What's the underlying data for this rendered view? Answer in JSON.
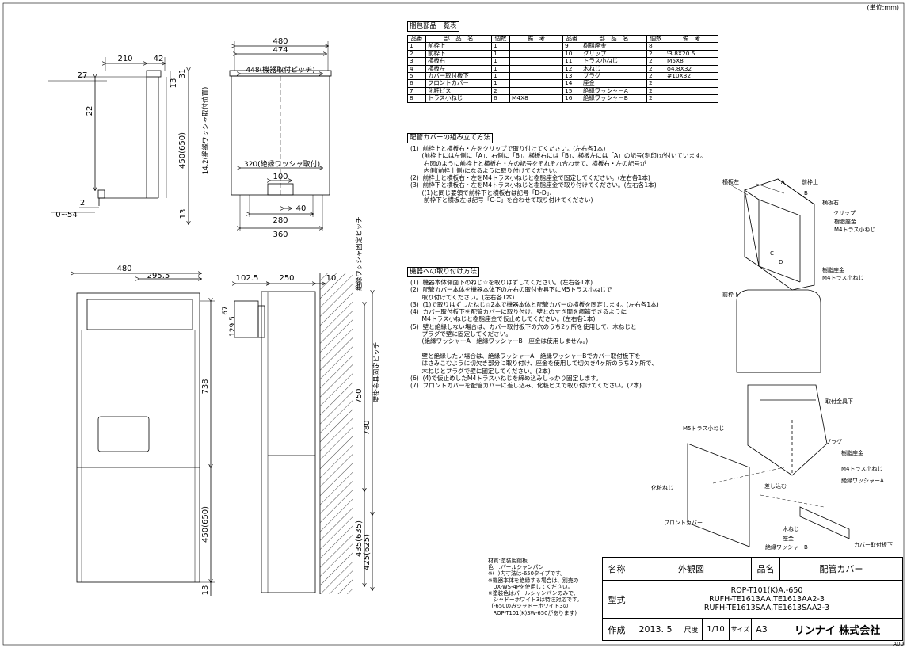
{
  "unit_note": "(単位:mm)",
  "parts_list": {
    "title": "梱包部品一覧表",
    "headers": [
      "品番",
      "部　品　名",
      "個数",
      "備　考"
    ],
    "left": [
      [
        "1",
        "前枠上",
        "1",
        ""
      ],
      [
        "2",
        "前枠下",
        "1",
        ""
      ],
      [
        "3",
        "横板右",
        "1",
        ""
      ],
      [
        "4",
        "横板左",
        "1",
        ""
      ],
      [
        "5",
        "カバー取付板下",
        "1",
        ""
      ],
      [
        "6",
        "フロントカバー",
        "1",
        ""
      ],
      [
        "7",
        "化粧ビス",
        "2",
        ""
      ],
      [
        "8",
        "トラス小ねじ",
        "6",
        "M4X8"
      ]
    ],
    "right": [
      [
        "9",
        "樹脂座金",
        "8",
        ""
      ],
      [
        "10",
        "クリップ",
        "2",
        "ᵗ3.8X20.5"
      ],
      [
        "11",
        "トラス小ねじ",
        "2",
        "M5X8"
      ],
      [
        "12",
        "木ねじ",
        "2",
        "φ4.8X32"
      ],
      [
        "13",
        "プラグ",
        "2",
        "#10X32"
      ],
      [
        "14",
        "座金",
        "2",
        ""
      ],
      [
        "15",
        "絶縁ワッシャーA",
        "2",
        ""
      ],
      [
        "16",
        "絶縁ワッシャーB",
        "2",
        ""
      ]
    ]
  },
  "assembly": {
    "title": "配管カバーの組み立て方法",
    "text": "(1)  前枠上と横板右・左をクリップで取り付けてください。(左右各1本)\n      (前枠上には左側に「A」、右側に「B」、横板右には「B」、横板左には「A」の記号(刻印)が付いています。\n       右図のように前枠上と横板右・左の記号をそれぞれ合わせて、横板右・左の記号が\n       内側(前枠上側)になるように取り付けてください。\n(2)  前枠上と横板右・左をM4トラス小ねじと樹脂座金で固定してください。(左右各1本)\n(3)  前枠下と横板右・左をM4トラス小ねじと樹脂座金で取り付けてください。(左右各1本)\n      ((1)と同じ要領で前枠下と横板右は記号「D-D」、\n       前枠下と横板左は記号「C-C」を合わせて取り付けてください)"
  },
  "mounting": {
    "title": "機器への取り付け方法",
    "text": "(1)  機器本体側面下のねじ☆を取りはずしてください。(左右各1本)\n(2)  配管カバー本体を機器本体下の左右の取付金具下にM5トラス小ねじで\n      取り付けてください。(左右各1本)\n(3)  (1)で取りはずしたねじ☆2本で機器本体と配管カバーの横板を固定します。(左右各1本)\n(4)  カバー取付板下を配管カバーに取り付け、壁とのすき間を調節できるように\n      M4トラス小ねじと樹脂座金で仮止めしてください。(左右各1本)\n(5)  壁と絶縁しない場合は、カバー取付板下の穴のうち2ヶ所を使用して、木ねじと\n      プラグで壁に固定してください。\n      (絶縁ワッシャーA　絶縁ワッシャーB　座金は使用しません。)\n\n      壁と絶縁したい場合は、絶縁ワッシャーA　絶縁ワッシャーBでカバー取付板下を\n      はさみこむように切欠き部分に取り付け、座金を使用して切欠き4ヶ所のうち2ヶ所で、\n      木ねじとプラグで壁に固定してください。(2本)\n(6)  (4)で仮止めしたM4トラス小ねじを締め込みしっかり固定します。\n(7)  フロントカバーを配管カバーに差し込み、化粧ビスで取り付けてください。(2本)"
  },
  "notes": "材質:塗装用鋼板\n色　:パールシャンパン\n※(  )内寸法は-650タイプです。\n※機器本体を絶縁する場合は、別売の\n   UX-WS-4Pを使用してください。\n※塗装色はパールシャンパンのみで、\n   シャドーホワイト3は特注対応です。\n  (-650のみシャドーホワイト3の\n   ROP-T101(K)SW-650があります)",
  "title_block": {
    "name_label": "名称",
    "name_value": "外観図",
    "product_label": "品名",
    "product_value": "配管カバー",
    "model_label": "型式",
    "model_lines": [
      "ROP-T101(K)A,-650",
      "RUFH-TE1613AA,TE1613AA2-3",
      "RUFH-TE1613SAA,TE1613SAA2-3"
    ],
    "made_label": "作成",
    "date": "2013. 5",
    "scale_label": "尺度",
    "scale_value": "1/10",
    "size_label": "サイズ",
    "size_value": "A3",
    "company": "リンナイ 株式会社"
  },
  "page_code": "A00",
  "dims": {
    "d480a": "480",
    "d474": "474",
    "d448": "448(機器取付ピッチ)",
    "d210": "210",
    "d42": "42",
    "d27": "27",
    "d13a": "13",
    "d31": "31",
    "d22": "22",
    "d450a": "450(650)",
    "d142": "14.2(絶縁ワッシャ取付位置)",
    "d320": "320(絶縁ワッシャ取付)",
    "d100": "100",
    "d40": "40",
    "d280": "280",
    "d360": "360",
    "d2": "2",
    "d054": "0~54",
    "d13b": "13",
    "d480b": "480",
    "d2955": "295.5",
    "d738": "738",
    "d450b": "450(650)",
    "d13c": "13",
    "d1025": "102.5",
    "d250": "250",
    "d10": "10",
    "d67": "67",
    "d1295": "129.5",
    "d750": "750",
    "d780": "780",
    "d435": "435(635)",
    "d425": "425(625)",
    "vlabel1": "絶縁ワッシャ固定ピッチ",
    "vlabel2": "壁掛金具固定ピッチ"
  },
  "iso_labels": {
    "top": [
      "横板左",
      "A",
      "前枠上",
      "B",
      "横板右",
      "クリップ",
      "樹脂座金",
      "M4トラス小ねじ",
      "樹脂座金",
      "M4トラス小ねじ",
      "前枠下",
      "C",
      "D"
    ],
    "bottom": [
      "取付金具下",
      "M5トラス小ねじ",
      "プラグ",
      "樹脂座金",
      "M4トラス小ねじ",
      "絶縁ワッシャーA",
      "差し込む",
      "化粧ねじ",
      "フロントカバー",
      "木ねじ",
      "座金",
      "絶縁ワッシャーB",
      "カバー取付板下"
    ]
  }
}
